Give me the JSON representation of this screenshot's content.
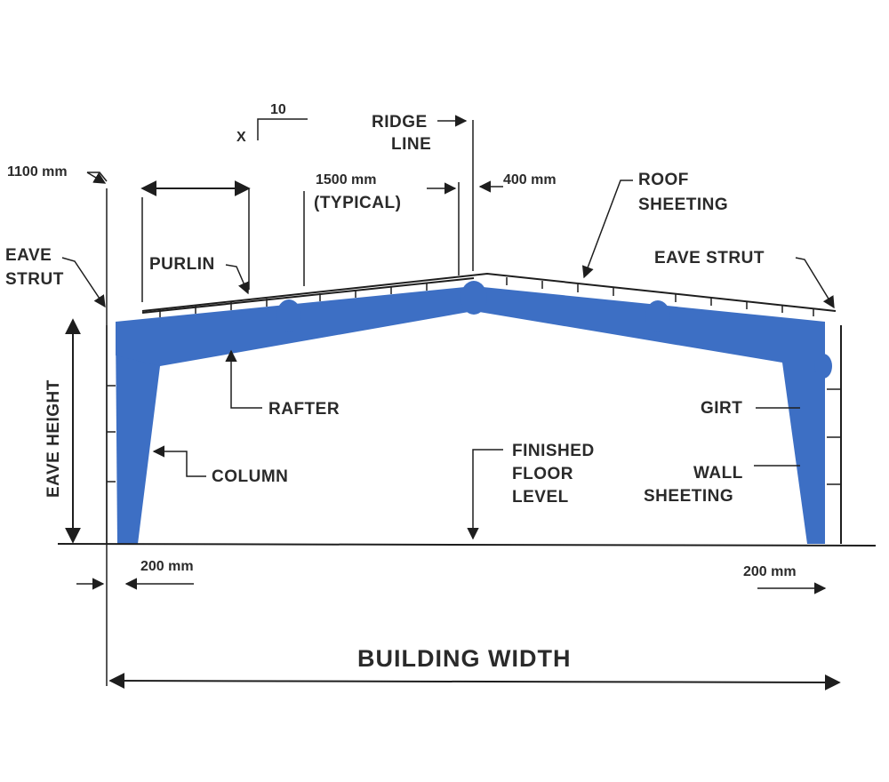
{
  "colors": {
    "frame": "#3d6fc4",
    "line": "#1e1e1e",
    "text": "#2a2a2a"
  },
  "labels": {
    "slope_x": "X",
    "slope_10": "10",
    "ridge_line_1": "RIDGE",
    "ridge_line_2": "LINE",
    "eave_offset": "1100 mm",
    "purlin_spacing_1": "1500 mm",
    "purlin_spacing_2": "(TYPICAL)",
    "ridge_offset": "400 mm",
    "roof_sheeting_1": "ROOF",
    "roof_sheeting_2": "SHEETING",
    "eave_strut_left_1": "EAVE",
    "eave_strut_left_2": "STRUT",
    "eave_strut_right": "EAVE STRUT",
    "purlin": "PURLIN",
    "rafter": "RAFTER",
    "girt": "GIRT",
    "column": "COLUMN",
    "ffl_1": "FINISHED",
    "ffl_2": "FLOOR",
    "ffl_3": "LEVEL",
    "wall_sheeting_1": "WALL",
    "wall_sheeting_2": "SHEETING",
    "eave_height": "EAVE HEIGHT",
    "left_offset": "200 mm",
    "right_offset": "200 mm",
    "building_width": "BUILDING WIDTH"
  }
}
